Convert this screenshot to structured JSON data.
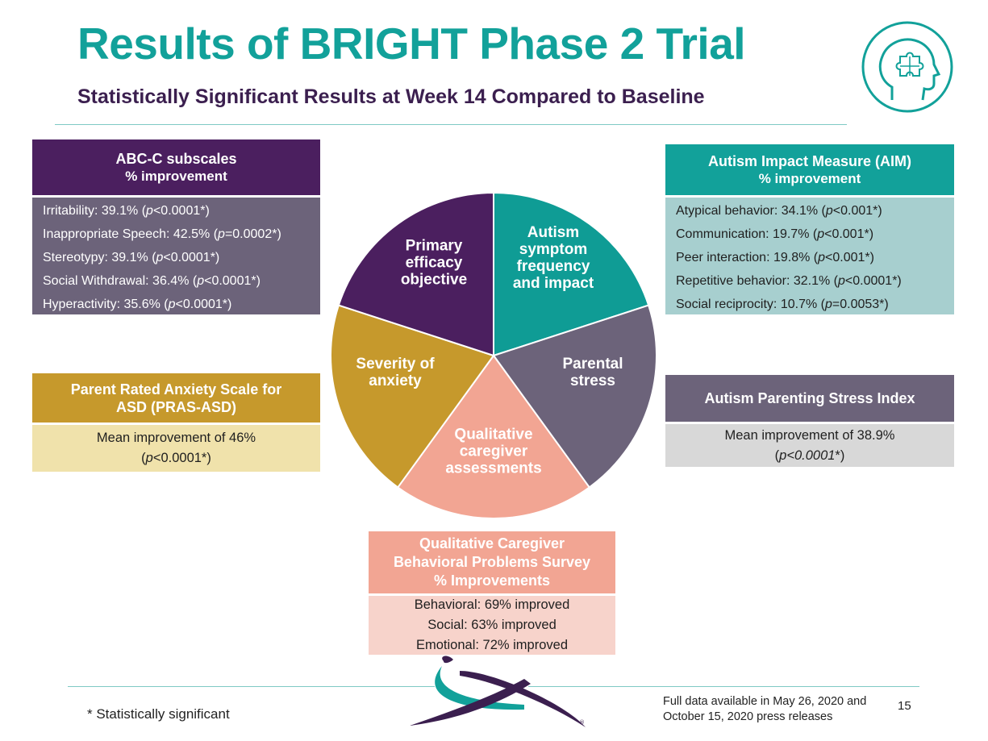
{
  "title": "Results of BRIGHT Phase 2 Trial",
  "subtitle": "Statistically Significant Results at Week 14 Compared to Baseline",
  "abc": {
    "heading": "ABC-C subscales",
    "subheading": "% improvement",
    "items": [
      [
        "Irritability: 39.1% (",
        "p",
        "<0.0001*)"
      ],
      [
        "Inappropriate Speech: 42.5% (",
        "p",
        "=0.0002*)"
      ],
      [
        "Stereotypy: 39.1%  (",
        "p",
        "<0.0001*)"
      ],
      [
        "Social Withdrawal: 36.4% (",
        "p",
        "<0.0001*)"
      ],
      [
        "Hyperactivity: 35.6%  (",
        "p",
        "<0.0001*)"
      ]
    ]
  },
  "aim": {
    "heading": "Autism Impact Measure (AIM)",
    "subheading": "% improvement",
    "items": [
      [
        "Atypical behavior: 34.1% (",
        "p",
        "<0.001*)"
      ],
      [
        "Communication: 19.7% (",
        "p",
        "<0.001*)"
      ],
      [
        "Peer interaction: 19.8% (",
        "p",
        "<0.001*)"
      ],
      [
        "Repetitive behavior: 32.1% (",
        "p",
        "<0.0001*)"
      ],
      [
        "Social reciprocity: 10.7% (",
        "p",
        "=0.0053*)"
      ]
    ]
  },
  "pras": {
    "heading_line1": "Parent Rated Anxiety Scale for",
    "heading_line2": "ASD (PRAS-ASD)",
    "line1": "Mean improvement of 46%",
    "line2": [
      "(",
      "p",
      "<0.0001*)"
    ]
  },
  "apsi": {
    "heading": "Autism Parenting Stress Index",
    "line1": "Mean improvement of 38.9%",
    "line2": [
      "(",
      "p<0.0001",
      "*)"
    ]
  },
  "qcbps": {
    "heading_line1": "Qualitative Caregiver",
    "heading_line2": "Behavioral Problems Survey",
    "heading_line3": "% Improvements",
    "items": [
      "Behavioral: 69% improved",
      "Social: 63% improved",
      "Emotional: 72% improved"
    ]
  },
  "pie": {
    "segments": [
      {
        "name": "Autism symptom frequency and impact",
        "lines": [
          "Autism",
          "symptom",
          "frequency",
          "and impact"
        ],
        "color": "#0f9c95"
      },
      {
        "name": "Parental stress",
        "lines": [
          "Parental",
          "stress"
        ],
        "color": "#6c637a"
      },
      {
        "name": "Qualitative caregiver assessments",
        "lines": [
          "Qualitative",
          "caregiver",
          "assessments"
        ],
        "color": "#f2a593"
      },
      {
        "name": "Severity of anxiety",
        "lines": [
          "Severity of",
          "anxiety"
        ],
        "color": "#c6992c"
      },
      {
        "name": "Primary efficacy objective",
        "lines": [
          "Primary",
          "efficacy",
          "objective"
        ],
        "color": "#4b1f5f"
      }
    ]
  },
  "colors": {
    "teal": "#12a19a",
    "purple": "#4b1f5f",
    "gray_purple": "#6c637a",
    "gold": "#c6992c",
    "salmon": "#f2a593",
    "light_teal": "#a7cfcf",
    "light_gold": "#f0e2ab",
    "light_gray": "#d8d8d8",
    "light_salmon": "#f7d3cb"
  },
  "footer": {
    "footnote": "* Statistically significant",
    "source_line1": "Full data available in May 26, 2020 and",
    "source_line2": "October 15, 2020 press releases",
    "page_number": "15"
  }
}
